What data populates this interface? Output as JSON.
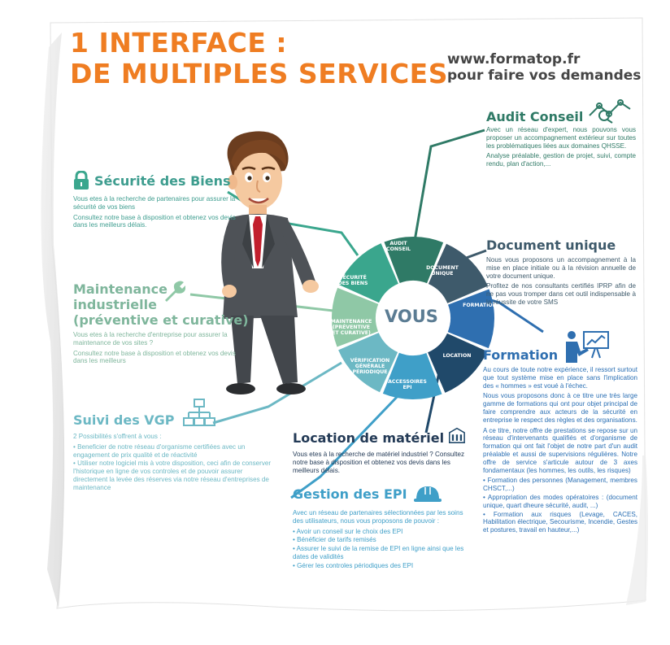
{
  "header": {
    "line1": "1 INTERFACE :",
    "line2": "DE MULTIPLES SERVICES",
    "website": "www.formatop.fr",
    "website_sub": "pour faire vos demandes"
  },
  "center": {
    "label": "VOUS",
    "segments": [
      {
        "label": "AUDIT CONSEIL",
        "color": "#2f7a66",
        "icon": "chart-line-icon"
      },
      {
        "label": "DOCUMENT UNIQUE",
        "color": "#3e5a6b",
        "icon": "document-icon"
      },
      {
        "label": "FORMATION",
        "color": "#2f6fb0",
        "icon": "presentation-board-icon"
      },
      {
        "label": "LOCATION",
        "color": "#20496a",
        "icon": "building-icon"
      },
      {
        "label": "ACCESSOIRES EPI",
        "color": "#3f9fc8",
        "icon": "helmet-icon"
      },
      {
        "label": "VÉRIFICATION GÉNÉRALE PÉRIODIQUE",
        "color": "#6cb8c4",
        "icon": "network-icon"
      },
      {
        "label": "MAINTENANCE (PRÉVENTIVE ET CURATIVE)",
        "color": "#8fc8a6",
        "icon": "wrench-icon"
      },
      {
        "label": "SÉCURITÉ DES BIENS",
        "color": "#3aa68d",
        "icon": "padlock-icon"
      }
    ]
  },
  "securite": {
    "title": "Sécurité des Biens",
    "icon": "padlock-icon",
    "p1": "Vous etes à la recherche de partenaires pour assurer la sécurité de vos biens",
    "p2": "Consultez notre base à disposition et obtenez vos devis dans les meilleurs délais."
  },
  "maintenance": {
    "title1": "Maintenance",
    "title2": "industrielle",
    "title3": "(préventive et curative)",
    "icon": "wrench-icon",
    "p1": "Vous etes à la recherche d'entreprise pour assurer la maintenance de vos sites ?",
    "p2": "Consultez notre base à disposition et obtenez vos devis dans les meilleurs"
  },
  "vgp": {
    "title": "Suivi des VGP",
    "icon": "network-icon",
    "intro": "2 Possibilités s'offrent à vous :",
    "items": [
      "Beneficier de notre réseau d'organisme certifiées avec un engagement de prix qualité et de réactivité",
      "Utiliser notre logiciel mis à votre disposition, ceci afin de conserver l'historique en ligne de vos controles et de pouvoir assurer directement la levée des réserves via notre réseau d'entreprises de maintenance"
    ]
  },
  "audit": {
    "title": "Audit Conseil",
    "icon": "chart-line-icon",
    "p1": "Avec un réseau d'expert, nous pouvons vous proposer un accompagnement extérieur sur toutes les problématiques liées aux domaines QHSSE.",
    "p2": "Analyse préalable, gestion de projet, suivi, compte rendu, plan d'action,..."
  },
  "document": {
    "title": "Document unique",
    "p1": "Nous vous proposons un accompagnement à la mise en place initiale ou à la révision annuelle de votre document unique.",
    "p2": "Profitez de nos consultants certifiés IPRP afin de ne pas vous tromper dans cet outil indispensable à la réussite de votre SMS"
  },
  "formation": {
    "title": "Formation",
    "icon": "presentation-board-icon",
    "p1": "Au cours de toute notre expérience, il ressort surtout que tout système mise en place sans l'implication des « hommes » est voué à l'échec.",
    "p2": "Nous vous proposons donc à ce titre une très large gamme de formations qui ont pour objet principal de faire comprendre aux acteurs de la sécurité en entreprise le respect des règles et des organisations.",
    "p3": "A ce titre, notre offre de prestations se repose sur un réseau d'intervenants qualifiés et d'organisme de formation qui ont fait l'objet de notre part d'un audit préalable et aussi de supervisions régulières. Notre offre de service s'articule autour de 3 axes fondamentaux (les hommes, les outils, les risques)",
    "items": [
      "Formation des personnes (Management, membres CHSCT,...)",
      "Appropriation des modes opératoires : (document unique, quart dheure sécurité, audit, ...)",
      "Formation aux risques (Levage, CACES, Habilitation électrique, Secourisme, Incendie, Gestes et postures, travail en hauteur,...)"
    ]
  },
  "location": {
    "title": "Location de matériel",
    "icon": "building-icon",
    "p1": "Vous etes à la recherche de matériel industriel ? Consultez notre base à disposition et obtenez vos devis dans les meilleurs délais."
  },
  "epi": {
    "title": "Gestion des EPI",
    "icon": "helmet-icon",
    "intro": "Avec un réseau de partenaires sélectionnées par les soins des utilisateurs, nous vous proposons de pouvoir :",
    "items": [
      "Avoir un conseil sur le choix des EPI",
      "Bénéficier de tarifs remisés",
      "Assurer le suivi de la remise de EPI en ligne ainsi que les dates de validités",
      "Gérer les controles périodiques des EPI"
    ]
  }
}
